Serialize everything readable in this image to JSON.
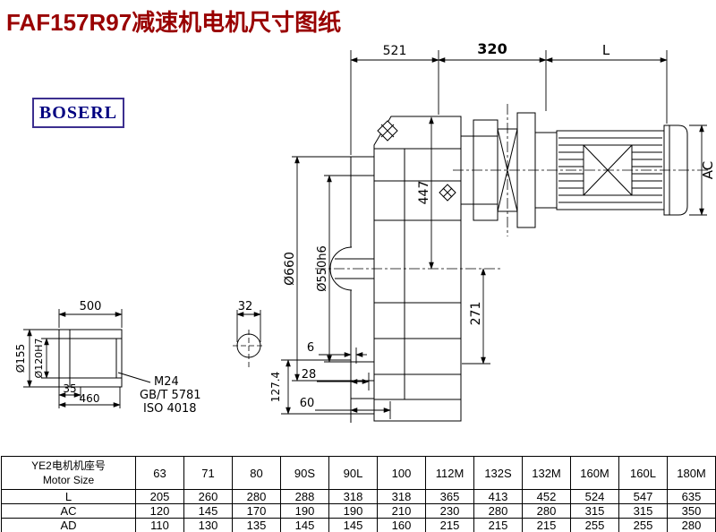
{
  "page": {
    "title": "FAF157R97减速机电机尺寸图纸",
    "logo_text": "BOSERL"
  },
  "colors": {
    "title": "#990000",
    "logo_text": "#000080",
    "logo_border": "#3c2f8f",
    "line": "#000000"
  },
  "dims": {
    "top_depth": "521",
    "top_adapter": "320",
    "top_motor": "L",
    "motor_height": "AC",
    "axis_height": "447",
    "lower_height": "271",
    "flange_od": "Ø660",
    "flange_spigot": "Ø550h6",
    "shaft_len": "500",
    "shaft_od": "Ø155",
    "shaft_bore": "Ø120H7",
    "key_len": "35",
    "shaft_460": "460",
    "thread": "M24",
    "std_gb": "GB/T 5781",
    "std_iso": "ISO 4018",
    "pin_32": "32",
    "off_6": "6",
    "off_28": "28",
    "off_60": "60",
    "off_127": "127.4"
  },
  "table": {
    "header_line1": "YE2电机机座号",
    "header_line2": "Motor Size",
    "sizes": [
      "63",
      "71",
      "80",
      "90S",
      "90L",
      "100",
      "112M",
      "132S",
      "132M",
      "160M",
      "160L",
      "180M"
    ],
    "rows": [
      {
        "label": "L",
        "values": [
          "205",
          "260",
          "280",
          "288",
          "318",
          "318",
          "365",
          "413",
          "452",
          "524",
          "547",
          "635"
        ]
      },
      {
        "label": "AC",
        "values": [
          "120",
          "145",
          "170",
          "190",
          "190",
          "210",
          "230",
          "280",
          "280",
          "315",
          "315",
          "350"
        ]
      },
      {
        "label": "AD",
        "values": [
          "110",
          "130",
          "135",
          "145",
          "145",
          "160",
          "215",
          "215",
          "215",
          "255",
          "255",
          "280"
        ]
      }
    ]
  }
}
